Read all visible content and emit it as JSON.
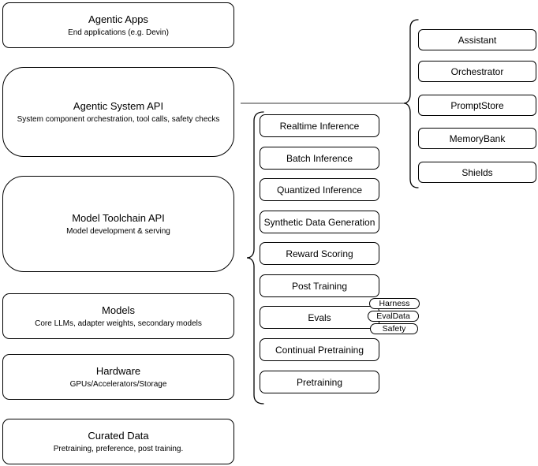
{
  "left_stack": [
    {
      "title": "Agentic Apps",
      "subtitle": "End applications (e.g. Devin)"
    },
    {
      "title": "Agentic System API",
      "subtitle": "System component orchestration, tool calls, safety checks"
    },
    {
      "title": "Model Toolchain API",
      "subtitle": "Model development & serving"
    },
    {
      "title": "Models",
      "subtitle": "Core LLMs, adapter weights, secondary models"
    },
    {
      "title": "Hardware",
      "subtitle": "GPUs/Accelerators/Storage"
    },
    {
      "title": "Curated Data",
      "subtitle": "Pretraining, preference, post training."
    }
  ],
  "toolchain_items": [
    "Realtime Inference",
    "Batch Inference",
    "Quantized Inference",
    "Synthetic Data Generation",
    "Reward Scoring",
    "Post Training",
    "Evals",
    "Continual Pretraining",
    "Pretraining"
  ],
  "eval_tags": [
    "Harness",
    "EvalData",
    "Safety"
  ],
  "system_components": [
    "Assistant",
    "Orchestrator",
    "PromptStore",
    "MemoryBank",
    "Shields"
  ],
  "colors": {
    "stroke": "#000000",
    "connector": "#7a7a7a",
    "background": "#ffffff"
  }
}
